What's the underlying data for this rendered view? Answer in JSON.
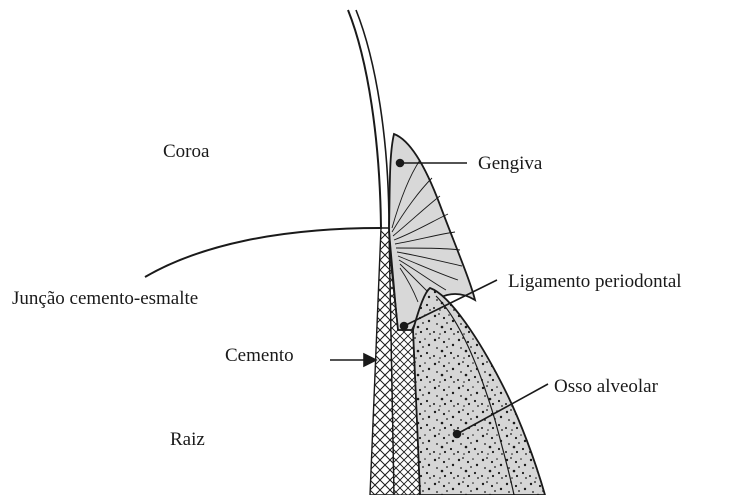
{
  "labels": {
    "coroa": "Coroa",
    "gengiva": "Gengiva",
    "juncao": "Junção cemento-esmalte",
    "ligamento": "Ligamento periodontal",
    "cemento": "Cemento",
    "osso": "Osso alveolar",
    "raiz": "Raiz"
  },
  "colors": {
    "line": "#1a1a1a",
    "gingiva_fill": "#d8d8d8",
    "bone_fill": "#d4d4d4",
    "background": "#ffffff"
  }
}
